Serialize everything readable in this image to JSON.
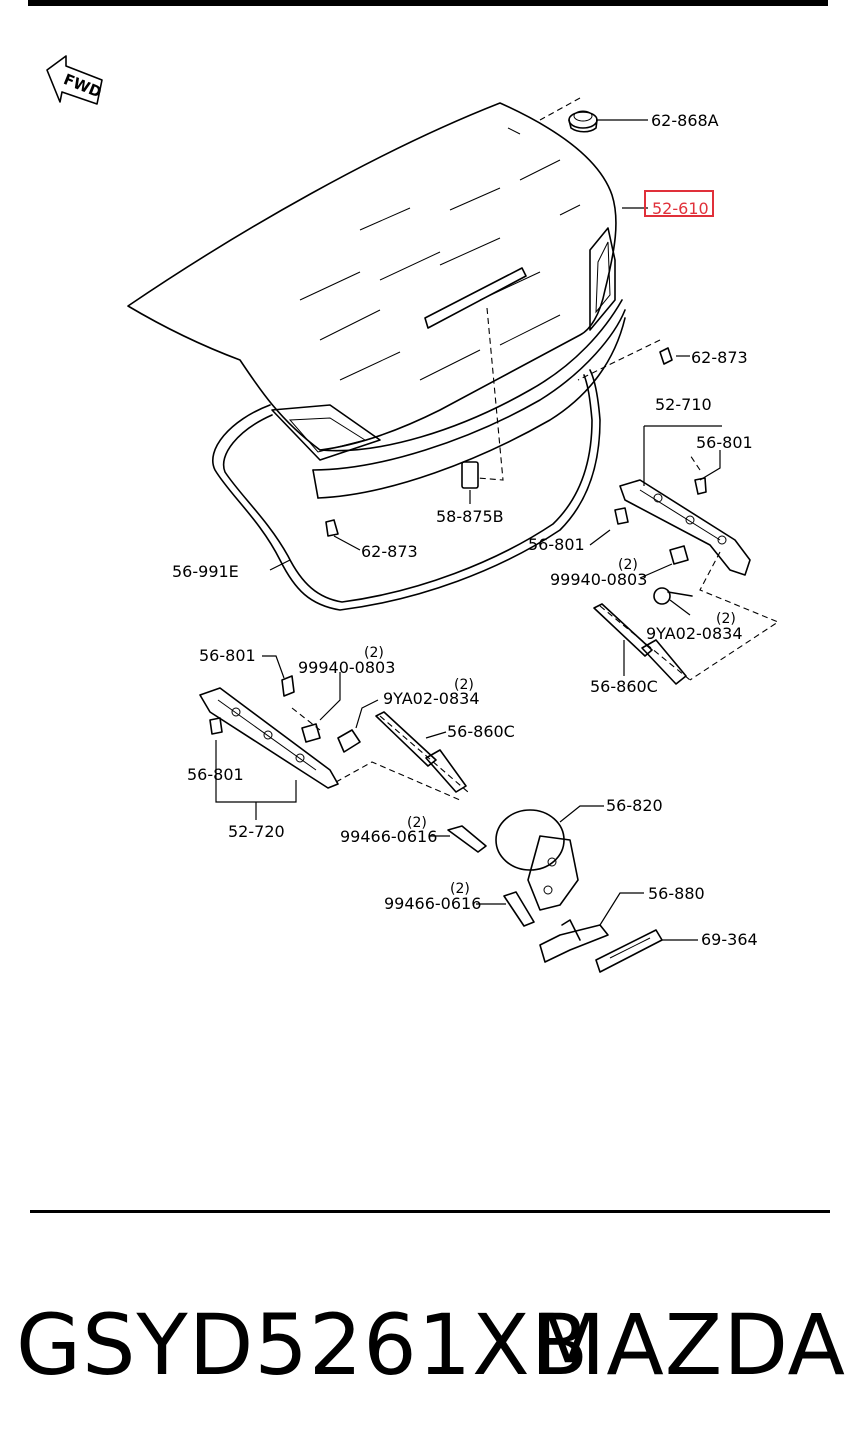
{
  "direction_badge": {
    "text": "FWD",
    "icon": "fwd-arrow-icon"
  },
  "labels": {
    "grommet_top": "62-868A",
    "trunk_lid": "52-610",
    "bumper_right": "62-873",
    "hinge_right": "52-710",
    "bolt_right_top": "56-801",
    "stopper_mid": "58-875B",
    "bumper_left": "62-873",
    "bolt_right_mid": "56-801",
    "weatherstrip": "56-991E",
    "nut_right": "99940-0803",
    "nut_right_qty": "(2)",
    "stud_right": "9YA02-0834",
    "stud_right_qty": "(2)",
    "damper_right": "56-860C",
    "bolt_left_top": "56-801",
    "nut_left": "99940-0803",
    "nut_left_qty": "(2)",
    "stud_left": "9YA02-0834",
    "stud_left_qty": "(2)",
    "damper_left": "56-860C",
    "bolt_left_bottom": "56-801",
    "hinge_left": "52-720",
    "lock": "56-820",
    "lock_bolt_upper": "99466-0616",
    "lock_bolt_upper_qty": "(2)",
    "striker": "56-880",
    "lock_bolt_lower": "99466-0616",
    "lock_bolt_lower_qty": "(2)",
    "striker_cover": "69-364"
  },
  "highlight": {
    "label_key": "trunk_lid",
    "color": "#e0303a"
  },
  "footer": {
    "part_number": "GSYD5261XB",
    "brand": "MAZDA"
  }
}
